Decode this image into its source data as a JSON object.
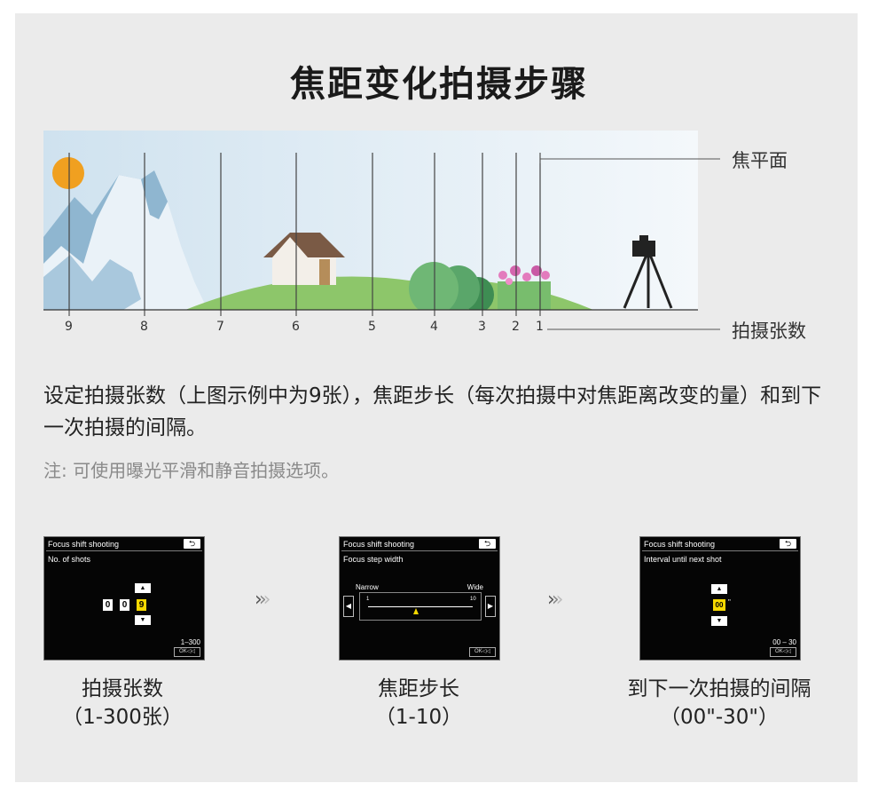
{
  "title": "焦距变化拍摄步骤",
  "labels": {
    "focal_plane": "焦平面",
    "shot_count": "拍摄张数"
  },
  "scale_numbers": [
    "9",
    "8",
    "7",
    "6",
    "5",
    "4",
    "3",
    "2",
    "1"
  ],
  "description": "设定拍摄张数（上图示例中为9张），焦距步长（每次拍摄中对焦距离改变的量）和到下一次拍摄的间隔。",
  "note": "注: 可使用曝光平滑和静音拍摄选项。",
  "screens": [
    {
      "header": "Focus shift shooting",
      "subtitle": "No. of shots",
      "digits": [
        "0",
        "0",
        "9"
      ],
      "range": "1–300",
      "caption_line1": "拍摄张数",
      "caption_line2": "（1-300张）"
    },
    {
      "header": "Focus shift shooting",
      "subtitle": "Focus step width",
      "narrow": "Narrow",
      "wide": "Wide",
      "scale_min": "1",
      "scale_max": "10",
      "caption_line1": "焦距步长",
      "caption_line2": "（1-10）"
    },
    {
      "header": "Focus shift shooting",
      "subtitle": "Interval until next shot",
      "digits": [
        "00"
      ],
      "unit": "\"",
      "range": "00 – 30",
      "caption_line1": "到下一次拍摄的间隔",
      "caption_line2": "（00\"-30\"）"
    }
  ],
  "icons": {
    "return": "return-icon",
    "ok": "ok-button-icon"
  },
  "colors": {
    "sun": "#f0a020",
    "sky": "#dceaf4",
    "grass": "#8dc66a",
    "selected_digit": "#f6d800"
  }
}
